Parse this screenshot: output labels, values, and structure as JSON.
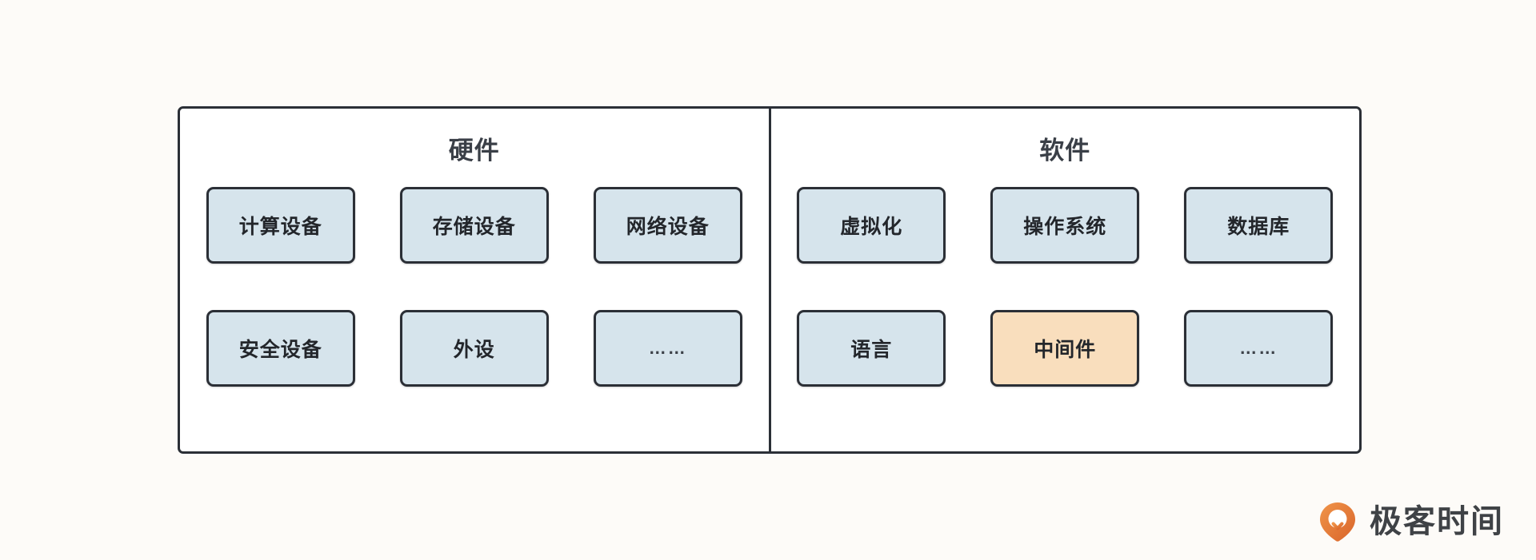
{
  "page": {
    "background_color": "#fdfbf8",
    "panel_background_color": "#ffffff",
    "border_color": "#2b2f36",
    "node_fill_color": "#d6e4ec",
    "node_highlight_color": "#f9debd",
    "text_color": "#23262b"
  },
  "panels": [
    {
      "id": "hardware",
      "title": "硬件",
      "rows": [
        [
          {
            "label": "计算设备",
            "highlight": false
          },
          {
            "label": "存储设备",
            "highlight": false
          },
          {
            "label": "网络设备",
            "highlight": false
          }
        ],
        [
          {
            "label": "安全设备",
            "highlight": false
          },
          {
            "label": "外设",
            "highlight": false
          },
          {
            "label": "……",
            "highlight": false,
            "ellipsis": true
          }
        ]
      ]
    },
    {
      "id": "software",
      "title": "软件",
      "rows": [
        [
          {
            "label": "虚拟化",
            "highlight": false
          },
          {
            "label": "操作系统",
            "highlight": false
          },
          {
            "label": "数据库",
            "highlight": false
          }
        ],
        [
          {
            "label": "语言",
            "highlight": false
          },
          {
            "label": "中间件",
            "highlight": true
          },
          {
            "label": "……",
            "highlight": false,
            "ellipsis": true
          }
        ]
      ]
    }
  ],
  "brand": {
    "name": "极客时间",
    "mark_color_light": "#ef8b3d",
    "mark_color_dark": "#d9642a",
    "icon_name": "geektime-pin-logo"
  }
}
